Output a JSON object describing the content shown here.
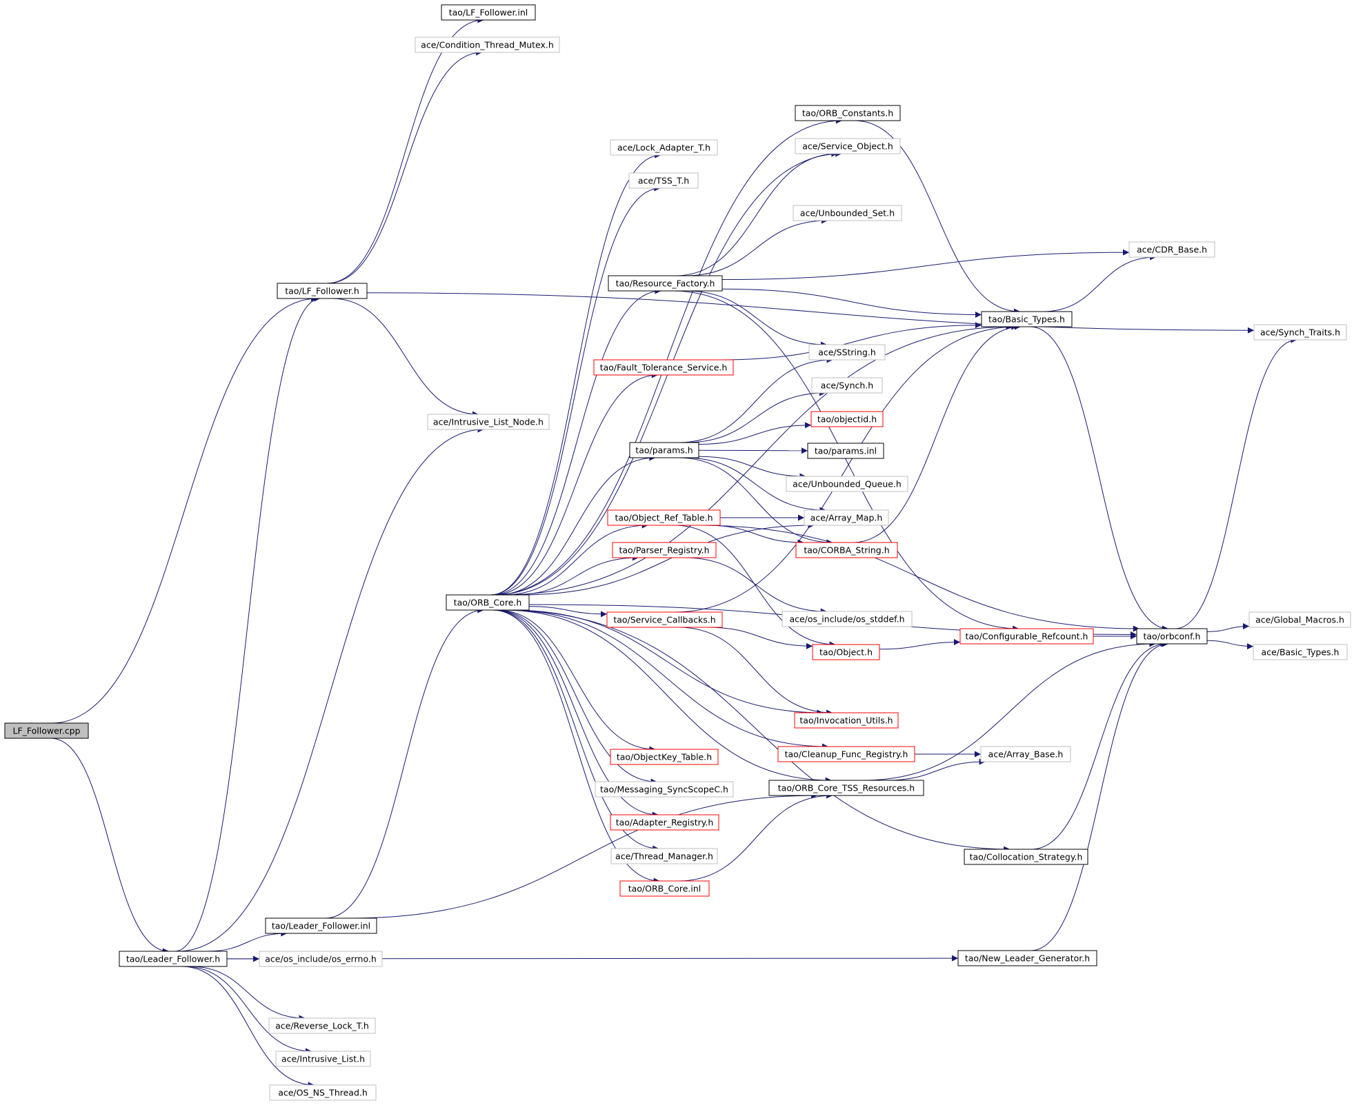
{
  "colors": {
    "edge": "#191970",
    "border_plain": "#000000",
    "border_red": "#ff0000",
    "border_grey": "#bfbfbf",
    "root_fill": "#bfbfbf",
    "node_fill": "#ffffff"
  },
  "nodes": [
    {
      "id": "lf_follower_cpp",
      "label": "LF_Follower.cpp",
      "style": "root"
    },
    {
      "id": "tao_lf_follower_h",
      "label": "tao/LF_Follower.h",
      "style": "plain"
    },
    {
      "id": "tao_lf_follower_inl",
      "label": "tao/LF_Follower.inl",
      "style": "plain"
    },
    {
      "id": "ace_condition_thread_mutex_h",
      "label": "ace/Condition_Thread_Mutex.h",
      "style": "grey"
    },
    {
      "id": "ace_intrusive_list_node_h",
      "label": "ace/Intrusive_List_Node.h",
      "style": "grey"
    },
    {
      "id": "ace_synch_traits_h",
      "label": "ace/Synch_Traits.h",
      "style": "grey"
    },
    {
      "id": "tao_leader_follower_h",
      "label": "tao/Leader_Follower.h",
      "style": "plain"
    },
    {
      "id": "tao_leader_follower_inl",
      "label": "tao/Leader_Follower.inl",
      "style": "plain"
    },
    {
      "id": "ace_os_include_os_errno_h",
      "label": "ace/os_include/os_errno.h",
      "style": "grey"
    },
    {
      "id": "ace_reverse_lock_t_h",
      "label": "ace/Reverse_Lock_T.h",
      "style": "grey"
    },
    {
      "id": "ace_intrusive_list_h",
      "label": "ace/Intrusive_List.h",
      "style": "grey"
    },
    {
      "id": "ace_os_ns_thread_h",
      "label": "ace/OS_NS_Thread.h",
      "style": "grey"
    },
    {
      "id": "tao_new_leader_generator_h",
      "label": "tao/New_Leader_Generator.h",
      "style": "plain"
    },
    {
      "id": "tao_orb_core_h",
      "label": "tao/ORB_Core.h",
      "style": "plain"
    },
    {
      "id": "ace_lock_adapter_t_h",
      "label": "ace/Lock_Adapter_T.h",
      "style": "grey"
    },
    {
      "id": "ace_tss_t_h",
      "label": "ace/TSS_T.h",
      "style": "grey"
    },
    {
      "id": "tao_resource_factory_h",
      "label": "tao/Resource_Factory.h",
      "style": "plain"
    },
    {
      "id": "tao_fault_tolerance_service_h",
      "label": "tao/Fault_Tolerance_Service.h",
      "style": "red"
    },
    {
      "id": "tao_params_h",
      "label": "tao/params.h",
      "style": "plain"
    },
    {
      "id": "tao_object_ref_table_h",
      "label": "tao/Object_Ref_Table.h",
      "style": "red"
    },
    {
      "id": "tao_parser_registry_h",
      "label": "tao/Parser_Registry.h",
      "style": "red"
    },
    {
      "id": "tao_service_callbacks_h",
      "label": "tao/Service_Callbacks.h",
      "style": "red"
    },
    {
      "id": "tao_objectkey_table_h",
      "label": "tao/ObjectKey_Table.h",
      "style": "red"
    },
    {
      "id": "tao_messaging_syncscopec_h",
      "label": "tao/Messaging_SyncScopeC.h",
      "style": "grey"
    },
    {
      "id": "tao_adapter_registry_h",
      "label": "tao/Adapter_Registry.h",
      "style": "red"
    },
    {
      "id": "ace_thread_manager_h",
      "label": "ace/Thread_Manager.h",
      "style": "grey"
    },
    {
      "id": "tao_orb_core_inl",
      "label": "tao/ORB_Core.inl",
      "style": "red"
    },
    {
      "id": "tao_orb_constants_h",
      "label": "tao/ORB_Constants.h",
      "style": "plain"
    },
    {
      "id": "ace_service_object_h",
      "label": "ace/Service_Object.h",
      "style": "grey"
    },
    {
      "id": "ace_unbounded_set_h",
      "label": "ace/Unbounded_Set.h",
      "style": "grey"
    },
    {
      "id": "ace_sstring_h",
      "label": "ace/SString.h",
      "style": "grey"
    },
    {
      "id": "ace_synch_h",
      "label": "ace/Synch.h",
      "style": "grey"
    },
    {
      "id": "tao_objectid_h",
      "label": "tao/objectid.h",
      "style": "red"
    },
    {
      "id": "tao_params_inl",
      "label": "tao/params.inl",
      "style": "plain"
    },
    {
      "id": "ace_unbounded_queue_h",
      "label": "ace/Unbounded_Queue.h",
      "style": "grey"
    },
    {
      "id": "ace_array_map_h",
      "label": "ace/Array_Map.h",
      "style": "grey"
    },
    {
      "id": "tao_corba_string_h",
      "label": "tao/CORBA_String.h",
      "style": "red"
    },
    {
      "id": "ace_os_include_os_stddef_h",
      "label": "ace/os_include/os_stddef.h",
      "style": "grey"
    },
    {
      "id": "tao_object_h",
      "label": "tao/Object.h",
      "style": "red"
    },
    {
      "id": "tao_invocation_utils_h",
      "label": "tao/Invocation_Utils.h",
      "style": "red"
    },
    {
      "id": "tao_cleanup_func_registry_h",
      "label": "tao/Cleanup_Func_Registry.h",
      "style": "red"
    },
    {
      "id": "tao_orb_core_tss_resources_h",
      "label": "tao/ORB_Core_TSS_Resources.h",
      "style": "plain"
    },
    {
      "id": "tao_collocation_strategy_h",
      "label": "tao/Collocation_Strategy.h",
      "style": "plain"
    },
    {
      "id": "tao_basic_types_h",
      "label": "tao/Basic_Types.h",
      "style": "plain"
    },
    {
      "id": "ace_cdr_base_h",
      "label": "ace/CDR_Base.h",
      "style": "grey"
    },
    {
      "id": "tao_configurable_refcount_h",
      "label": "tao/Configurable_Refcount.h",
      "style": "red"
    },
    {
      "id": "ace_array_base_h",
      "label": "ace/Array_Base.h",
      "style": "grey"
    },
    {
      "id": "tao_orbconf_h",
      "label": "tao/orbconf.h",
      "style": "plain"
    },
    {
      "id": "ace_global_macros_h",
      "label": "ace/Global_Macros.h",
      "style": "grey"
    },
    {
      "id": "ace_basic_types_h",
      "label": "ace/Basic_Types.h",
      "style": "grey"
    }
  ],
  "edges": [
    [
      "lf_follower_cpp",
      "tao_lf_follower_h"
    ],
    [
      "lf_follower_cpp",
      "tao_leader_follower_h"
    ],
    [
      "tao_lf_follower_h",
      "tao_lf_follower_inl"
    ],
    [
      "tao_lf_follower_h",
      "ace_condition_thread_mutex_h"
    ],
    [
      "tao_lf_follower_h",
      "ace_intrusive_list_node_h"
    ],
    [
      "tao_lf_follower_h",
      "ace_synch_traits_h"
    ],
    [
      "tao_leader_follower_h",
      "tao_lf_follower_h"
    ],
    [
      "tao_leader_follower_h",
      "ace_intrusive_list_node_h"
    ],
    [
      "tao_leader_follower_h",
      "tao_leader_follower_inl"
    ],
    [
      "tao_leader_follower_h",
      "ace_os_include_os_errno_h"
    ],
    [
      "tao_leader_follower_h",
      "ace_reverse_lock_t_h"
    ],
    [
      "tao_leader_follower_h",
      "ace_intrusive_list_h"
    ],
    [
      "tao_leader_follower_h",
      "ace_os_ns_thread_h"
    ],
    [
      "tao_leader_follower_h",
      "tao_new_leader_generator_h"
    ],
    [
      "tao_leader_follower_inl",
      "tao_orb_core_h"
    ],
    [
      "tao_leader_follower_inl",
      "tao_orb_core_tss_resources_h"
    ],
    [
      "tao_orb_core_h",
      "ace_lock_adapter_t_h"
    ],
    [
      "tao_orb_core_h",
      "ace_tss_t_h"
    ],
    [
      "tao_orb_core_h",
      "tao_orb_constants_h"
    ],
    [
      "tao_orb_core_h",
      "ace_service_object_h"
    ],
    [
      "tao_orb_core_h",
      "tao_resource_factory_h"
    ],
    [
      "tao_orb_core_h",
      "tao_fault_tolerance_service_h"
    ],
    [
      "tao_orb_core_h",
      "tao_params_h"
    ],
    [
      "tao_orb_core_h",
      "ace_array_map_h"
    ],
    [
      "tao_orb_core_h",
      "tao_object_ref_table_h"
    ],
    [
      "tao_orb_core_h",
      "tao_parser_registry_h"
    ],
    [
      "tao_orb_core_h",
      "tao_service_callbacks_h"
    ],
    [
      "tao_orb_core_h",
      "tao_orbconf_h"
    ],
    [
      "tao_orb_core_h",
      "tao_invocation_utils_h"
    ],
    [
      "tao_orb_core_h",
      "tao_cleanup_func_registry_h"
    ],
    [
      "tao_orb_core_h",
      "tao_orb_core_tss_resources_h"
    ],
    [
      "tao_orb_core_h",
      "tao_objectkey_table_h"
    ],
    [
      "tao_orb_core_h",
      "tao_messaging_syncscopec_h"
    ],
    [
      "tao_orb_core_h",
      "tao_adapter_registry_h"
    ],
    [
      "tao_orb_core_h",
      "ace_thread_manager_h"
    ],
    [
      "tao_orb_core_h",
      "tao_orb_core_inl"
    ],
    [
      "tao_orb_core_h",
      "tao_collocation_strategy_h"
    ],
    [
      "tao_orb_core_h",
      "tao_basic_types_h"
    ],
    [
      "tao_resource_factory_h",
      "ace_service_object_h"
    ],
    [
      "tao_resource_factory_h",
      "ace_unbounded_set_h"
    ],
    [
      "tao_resource_factory_h",
      "ace_cdr_base_h"
    ],
    [
      "tao_resource_factory_h",
      "tao_basic_types_h"
    ],
    [
      "tao_resource_factory_h",
      "ace_sstring_h"
    ],
    [
      "tao_resource_factory_h",
      "tao_configurable_refcount_h"
    ],
    [
      "tao_fault_tolerance_service_h",
      "tao_basic_types_h"
    ],
    [
      "tao_params_h",
      "ace_sstring_h"
    ],
    [
      "tao_params_h",
      "ace_synch_h"
    ],
    [
      "tao_params_h",
      "tao_objectid_h"
    ],
    [
      "tao_params_h",
      "tao_params_inl"
    ],
    [
      "tao_params_h",
      "ace_unbounded_queue_h"
    ],
    [
      "tao_params_h",
      "ace_array_map_h"
    ],
    [
      "tao_params_h",
      "tao_corba_string_h"
    ],
    [
      "tao_object_ref_table_h",
      "ace_array_map_h"
    ],
    [
      "tao_object_ref_table_h",
      "tao_corba_string_h"
    ],
    [
      "tao_object_ref_table_h",
      "tao_object_h"
    ],
    [
      "tao_object_ref_table_h",
      "tao_orbconf_h"
    ],
    [
      "tao_parser_registry_h",
      "ace_os_include_os_stddef_h"
    ],
    [
      "tao_service_callbacks_h",
      "tao_object_h"
    ],
    [
      "tao_service_callbacks_h",
      "tao_invocation_utils_h"
    ],
    [
      "tao_service_callbacks_h",
      "tao_basic_types_h"
    ],
    [
      "tao_orb_core_inl",
      "tao_orb_core_tss_resources_h"
    ],
    [
      "tao_orb_constants_h",
      "tao_basic_types_h"
    ],
    [
      "tao_corba_string_h",
      "tao_basic_types_h"
    ],
    [
      "tao_object_h",
      "tao_configurable_refcount_h"
    ],
    [
      "tao_cleanup_func_registry_h",
      "ace_array_base_h"
    ],
    [
      "tao_orb_core_tss_resources_h",
      "ace_array_base_h"
    ],
    [
      "tao_orb_core_tss_resources_h",
      "tao_orbconf_h"
    ],
    [
      "tao_collocation_strategy_h",
      "tao_orbconf_h"
    ],
    [
      "tao_new_leader_generator_h",
      "tao_orbconf_h"
    ],
    [
      "tao_basic_types_h",
      "ace_cdr_base_h"
    ],
    [
      "tao_basic_types_h",
      "tao_orbconf_h"
    ],
    [
      "tao_configurable_refcount_h",
      "tao_orbconf_h"
    ],
    [
      "tao_orbconf_h",
      "ace_synch_traits_h"
    ],
    [
      "tao_orbconf_h",
      "ace_global_macros_h"
    ],
    [
      "tao_orbconf_h",
      "ace_basic_types_h"
    ]
  ]
}
